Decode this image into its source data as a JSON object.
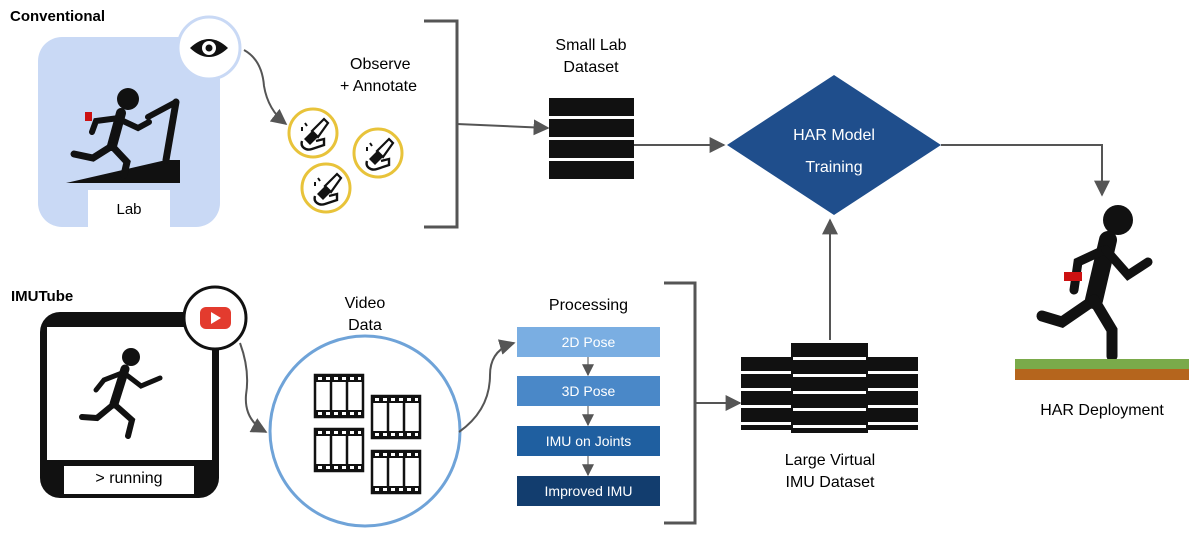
{
  "sections": {
    "conventional": "Conventional",
    "imutube": "IMUTube"
  },
  "conventional": {
    "lab_label": "Lab",
    "observe_annotate": [
      "Observe",
      "+ Annotate"
    ],
    "small_lab_dataset": [
      "Small Lab",
      "Dataset"
    ]
  },
  "imutube": {
    "caption": "> running",
    "video_data": [
      "Video",
      "Data"
    ],
    "processing_title": "Processing",
    "steps": [
      "2D Pose",
      "3D Pose",
      "IMU on Joints",
      "Improved IMU"
    ],
    "large_virtual_dataset": [
      "Large Virtual",
      "IMU Dataset"
    ]
  },
  "har_model_training": [
    "HAR Model",
    "Training"
  ],
  "har_deployment": "HAR Deployment",
  "icons": [
    "eye-icon",
    "runner-on-treadmill-icon",
    "annotation-hand-icon",
    "play-button-icon",
    "runner-icon",
    "film-strip-icon",
    "database-icon",
    "deployed-runner-icon"
  ],
  "colors": {
    "lab_bg": "#c9d9f5",
    "annotate_ring": "#e8c33a",
    "video_ring": "#6fa3d8",
    "diamond": "#1f4e8c",
    "step_1": "#7aaee2",
    "step_2": "#4a88c8",
    "step_3": "#1f5fa0",
    "step_4": "#123d6e",
    "play_red": "#e33b2e",
    "ground_green": "#7aaa4a",
    "ground_brown": "#b5651d",
    "arrow": "#555555"
  }
}
